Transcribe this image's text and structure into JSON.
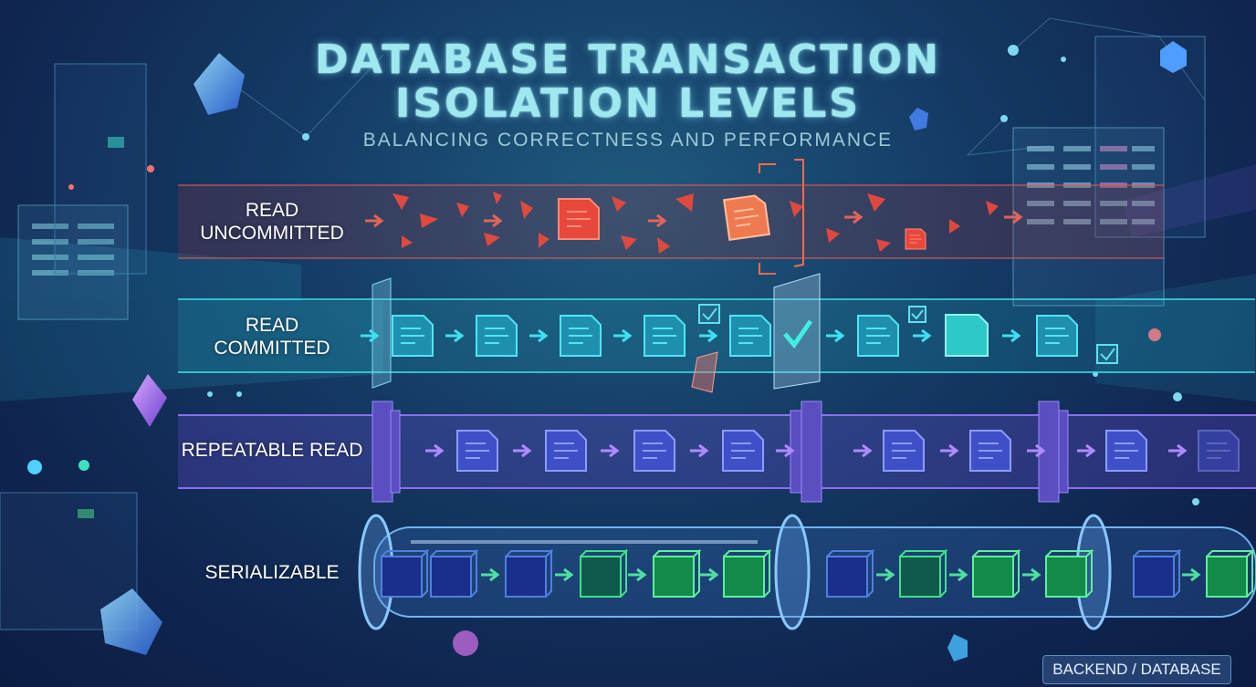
{
  "header": {
    "title_line1": "DATABASE TRANSACTION",
    "title_line2": "ISOLATION LEVELS",
    "subtitle": "BALANCING CORRECTNESS AND PERFORMANCE"
  },
  "levels": [
    {
      "line1": "READ",
      "line2": "UNCOMMITTED",
      "color": "#e8473c"
    },
    {
      "line1": "READ",
      "line2": "COMMITTED",
      "color": "#26c6d6"
    },
    {
      "line1": "REPEATABLE READ",
      "line2": "",
      "color": "#7a5ee8"
    },
    {
      "line1": "SERIALIZABLE",
      "line2": "",
      "color": "#2ecf6a"
    }
  ],
  "footer": {
    "badge": "BACKEND / DATABASE"
  },
  "icons": [
    "document-icon",
    "arrow-icon",
    "checkmark-icon",
    "cube-icon",
    "crystal-icon",
    "gate-icon",
    "cylinder-icon"
  ]
}
